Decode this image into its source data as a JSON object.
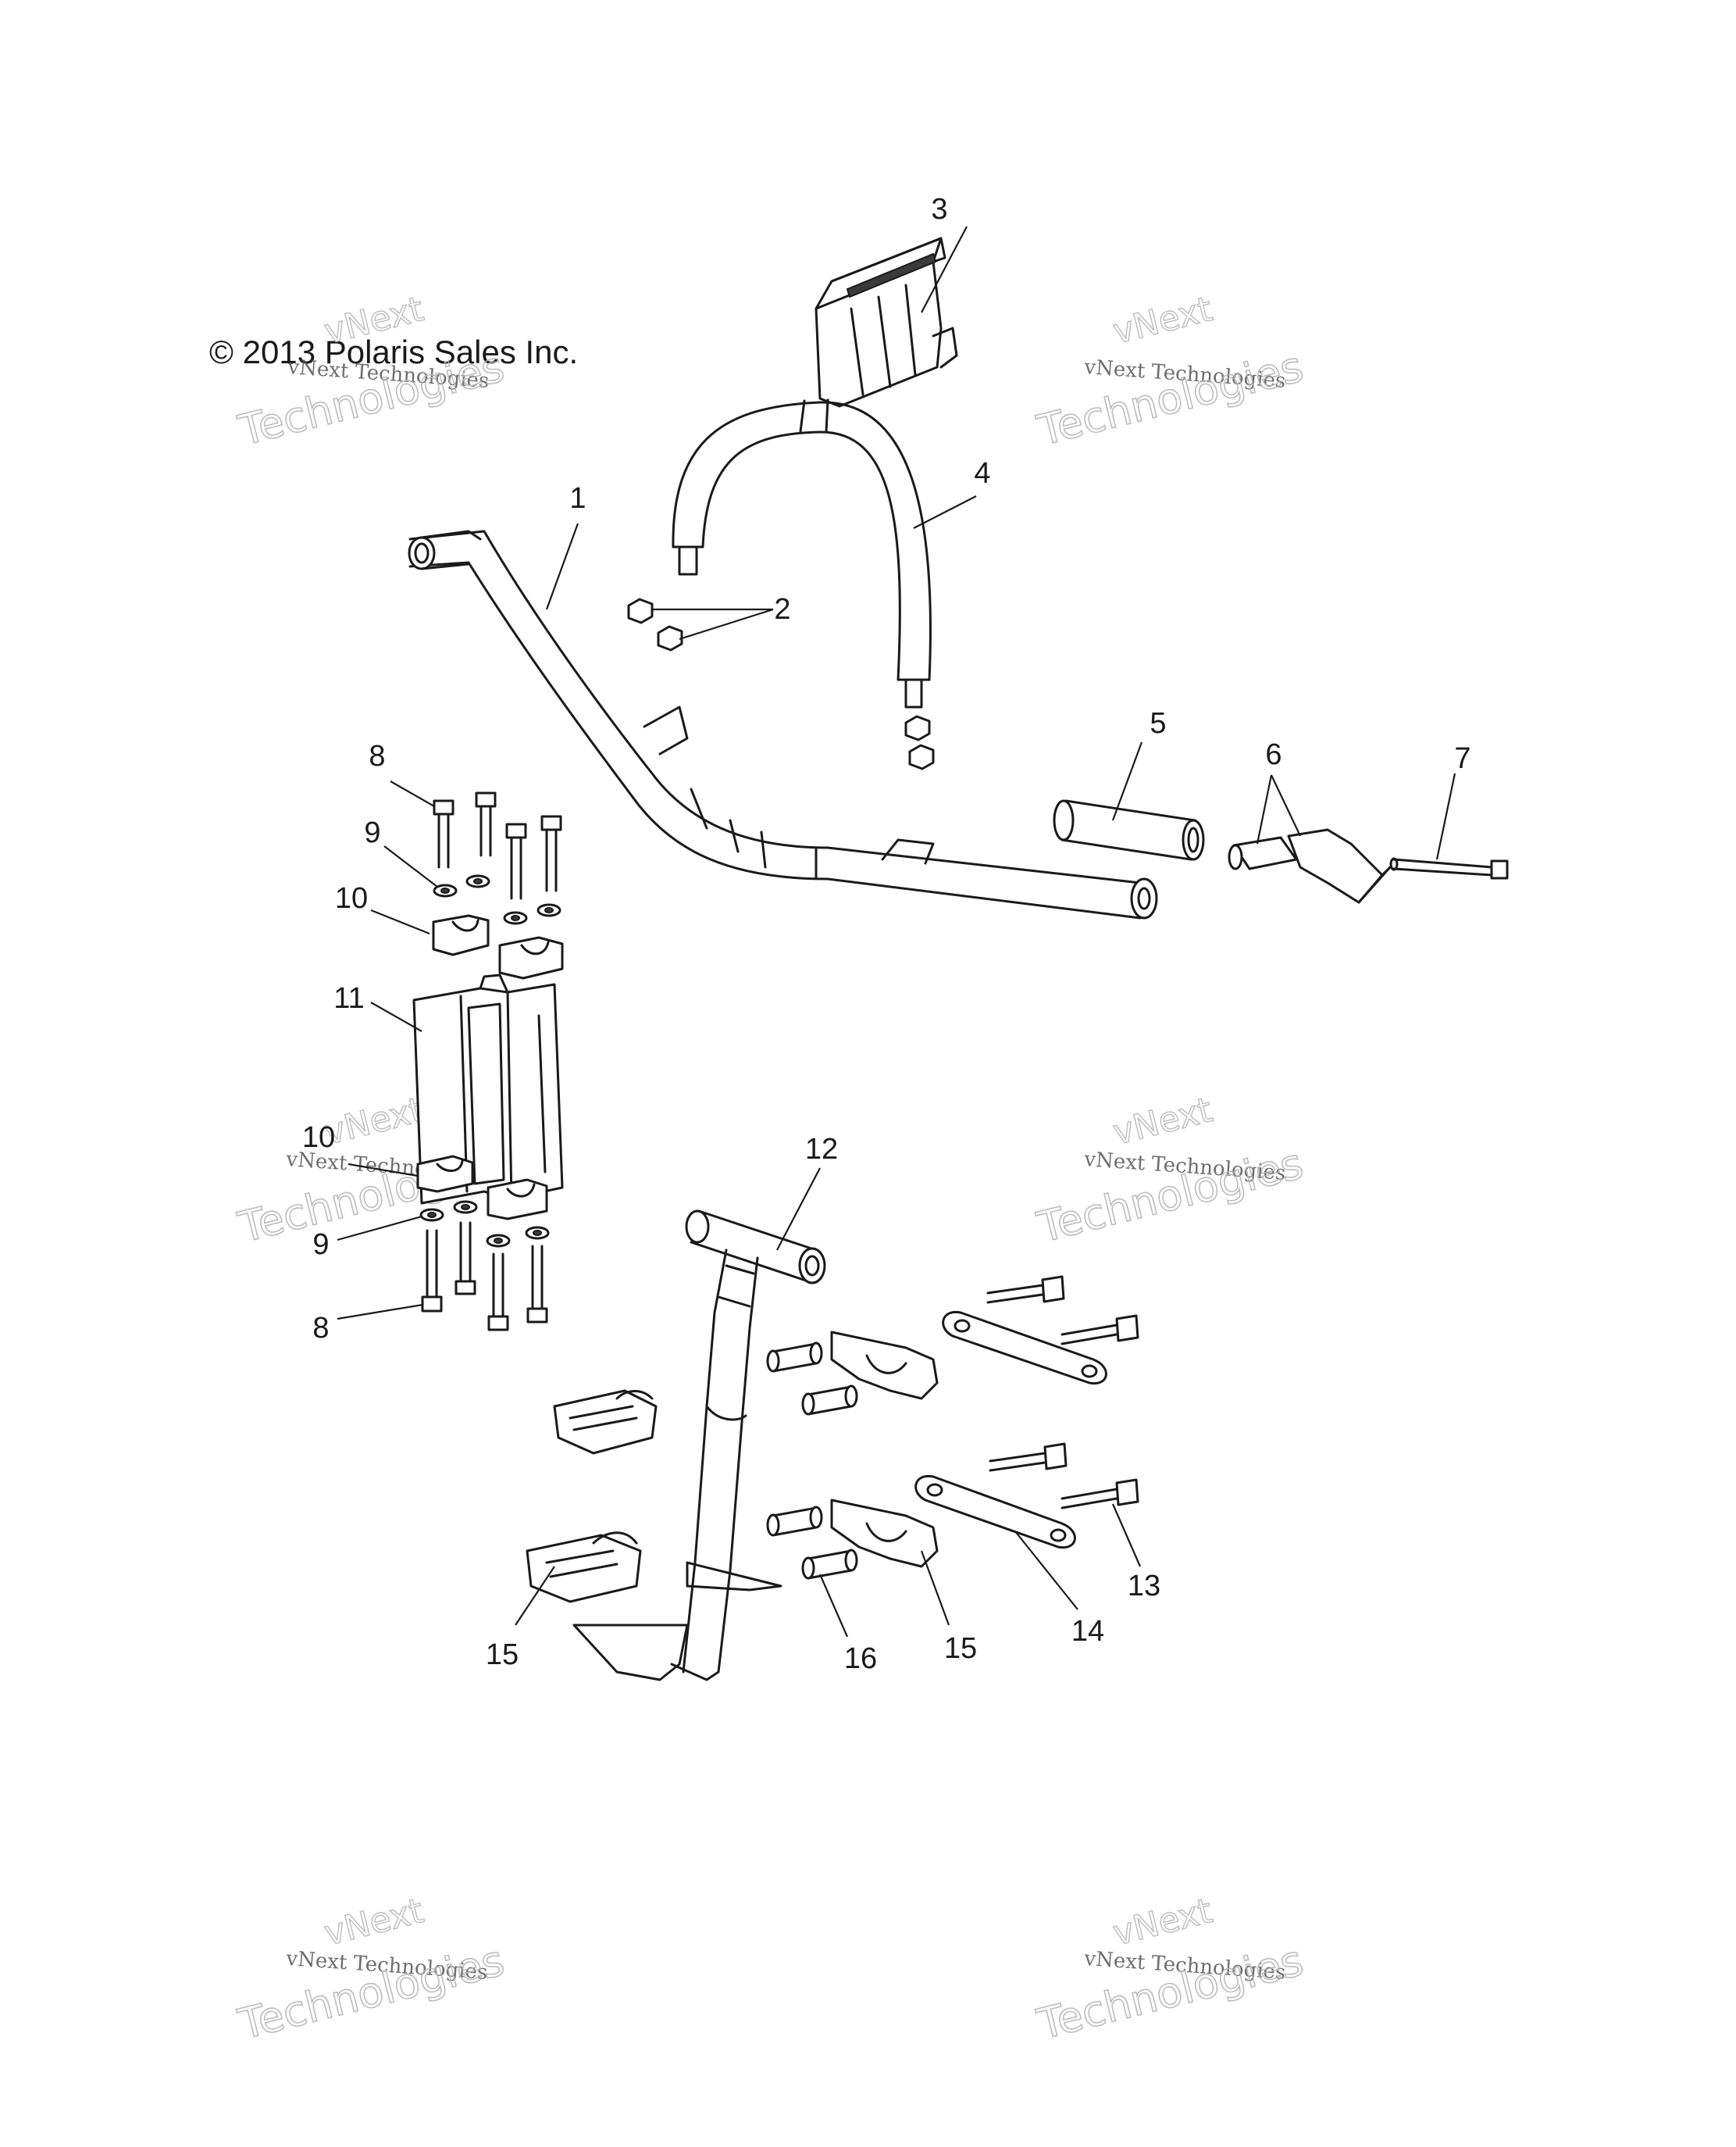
{
  "copyright": "© 2013 Polaris Sales Inc.",
  "watermark": {
    "line1": "vNext",
    "line2": "vNext Technologies",
    "line3": "Technologies"
  },
  "callouts": [
    {
      "id": "1",
      "label": "1"
    },
    {
      "id": "2",
      "label": "2"
    },
    {
      "id": "3",
      "label": "3"
    },
    {
      "id": "4",
      "label": "4"
    },
    {
      "id": "5",
      "label": "5"
    },
    {
      "id": "6",
      "label": "6"
    },
    {
      "id": "7",
      "label": "7"
    },
    {
      "id": "8a",
      "label": "8"
    },
    {
      "id": "9a",
      "label": "9"
    },
    {
      "id": "10a",
      "label": "10"
    },
    {
      "id": "11",
      "label": "11"
    },
    {
      "id": "10b",
      "label": "10"
    },
    {
      "id": "9b",
      "label": "9"
    },
    {
      "id": "8b",
      "label": "8"
    },
    {
      "id": "12",
      "label": "12"
    },
    {
      "id": "13",
      "label": "13"
    },
    {
      "id": "14",
      "label": "14"
    },
    {
      "id": "15a",
      "label": "15"
    },
    {
      "id": "16",
      "label": "16"
    },
    {
      "id": "15b",
      "label": "15"
    }
  ],
  "colors": {
    "line": "#1a1a1a",
    "watermark": "#b5b5b5",
    "background": "#ffffff"
  }
}
